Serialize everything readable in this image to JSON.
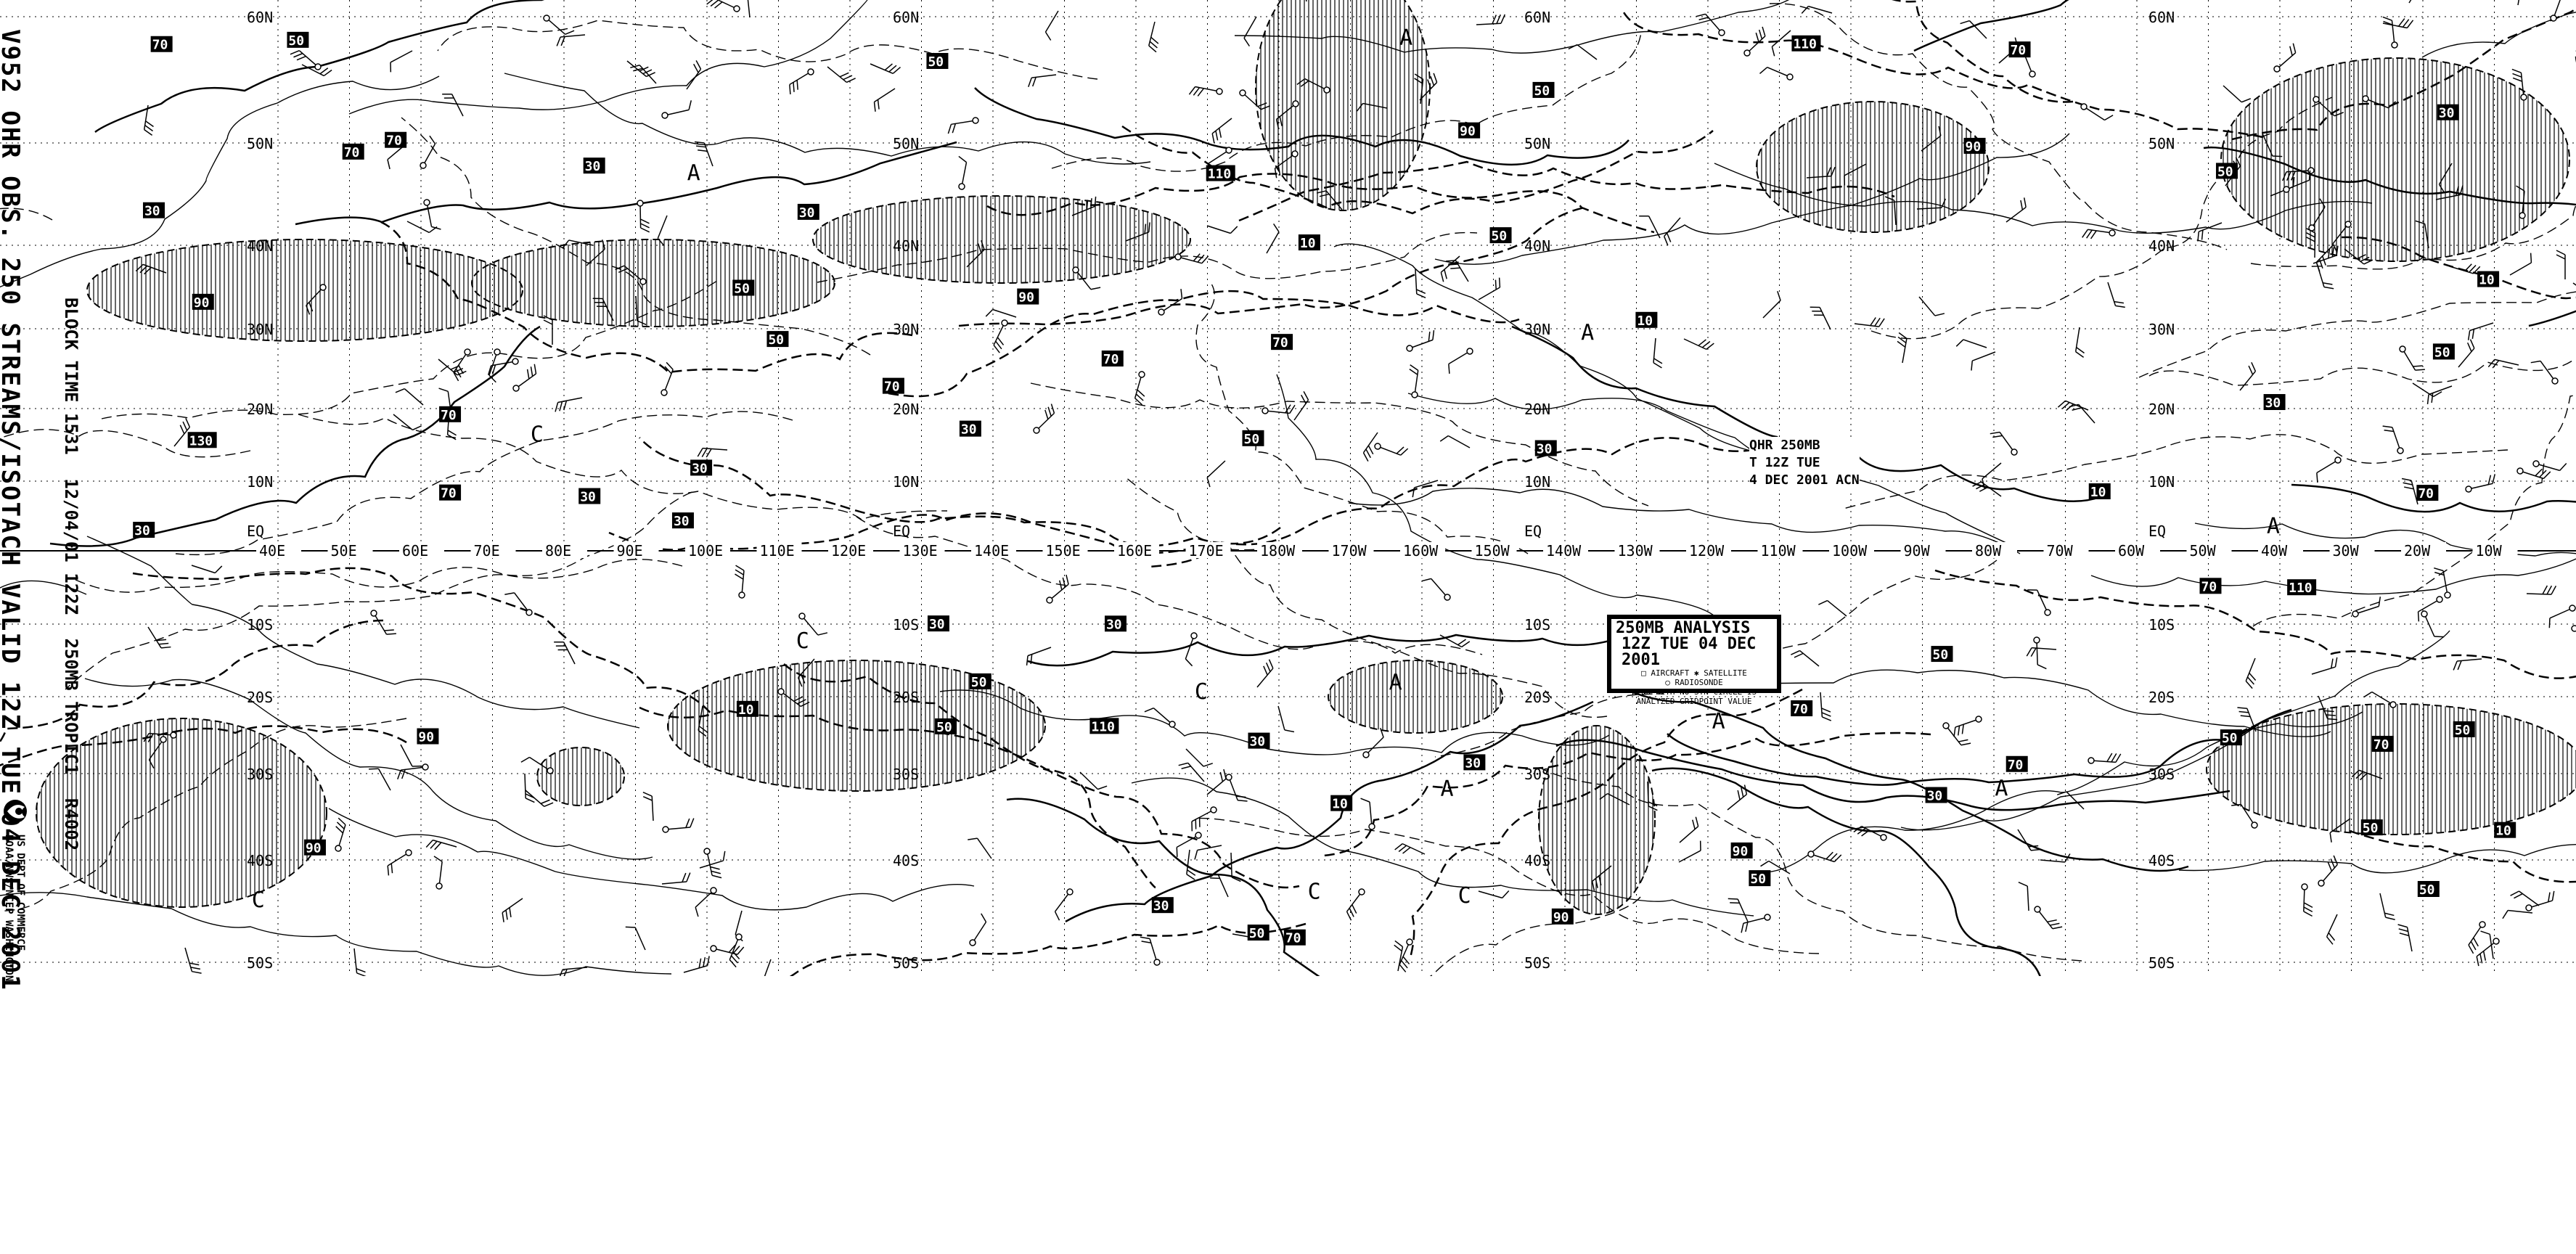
{
  "title_strip": "V952 OHR OBS. 250 STREAMS/ISOTACH VALID 12Z TUE 04 DEC 2001",
  "block_info": [
    "BLOCK TIME 1531",
    "12/04/01 122Z",
    "250MB TROPIC1",
    "R4002"
  ],
  "agency": [
    "US DEPT OF COMMERCE",
    "NOAA/NWS/NCEP WASHINGTON"
  ],
  "legend": {
    "title": "250MB ANALYSIS",
    "valid": "12Z TUE 04 DEC 2001",
    "aircraft": "AIRCRAFT",
    "satellite": "SATELLITE",
    "radiosonde": "RADIOSONDE",
    "note_line1": "WIND WITH NO STN CIRCLE IS",
    "note_line2": "ANALYZED GRIDPOINT VALUE"
  },
  "inset": [
    "QHR 250MB",
    "T 12Z TUE",
    "4 DEC 2001 ACN"
  ],
  "latitudes": [
    "60N",
    "50N",
    "40N",
    "30N",
    "20N",
    "10N",
    "EQ",
    "10S",
    "20S",
    "30S",
    "40S",
    "50S"
  ],
  "longitudes": [
    "40E",
    "50E",
    "60E",
    "70E",
    "80E",
    "90E",
    "100E",
    "110E",
    "120E",
    "130E",
    "140E",
    "150E",
    "160E",
    "170E",
    "180W",
    "170W",
    "160W",
    "150W",
    "140W",
    "130W",
    "120W",
    "110W",
    "100W",
    "90W",
    "80W",
    "70W",
    "60W",
    "50W",
    "40W",
    "30W",
    "20W",
    "10W"
  ],
  "isotach_labels": [
    "50",
    "30",
    "70",
    "90",
    "10",
    "30",
    "50",
    "70",
    "110",
    "30",
    "50",
    "70",
    "90",
    "130",
    "10",
    "30",
    "50",
    "70",
    "30",
    "50",
    "70",
    "90",
    "110",
    "50",
    "30",
    "10",
    "70",
    "50",
    "30",
    "90",
    "70",
    "50",
    "30",
    "10",
    "30",
    "50",
    "70",
    "90",
    "30",
    "50",
    "10",
    "30",
    "70",
    "50",
    "90",
    "110",
    "70",
    "50",
    "30",
    "10",
    "30",
    "50",
    "70",
    "30",
    "50",
    "70",
    "90",
    "30",
    "50",
    "10",
    "70",
    "30",
    "50",
    "70",
    "90",
    "50",
    "30",
    "110",
    "70",
    "50"
  ],
  "centers": [
    "A",
    "C",
    "A",
    "C",
    "A",
    "A",
    "C",
    "A",
    "C",
    "A",
    "C",
    "A",
    "C",
    "A"
  ],
  "colors": {
    "ink": "#000000",
    "paper": "#ffffff"
  }
}
